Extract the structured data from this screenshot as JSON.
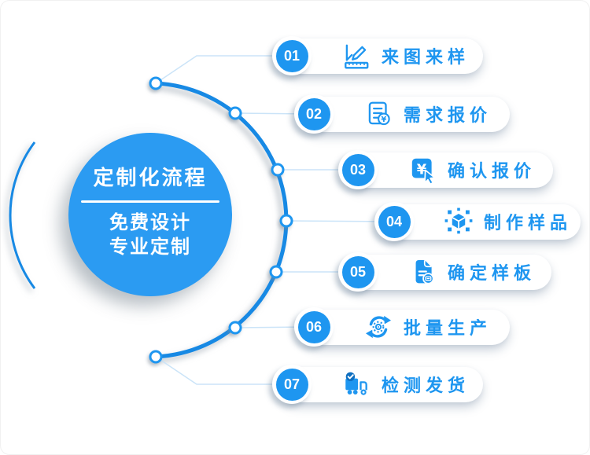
{
  "title_circle": {
    "title": "定制化流程",
    "line1": "免费设计",
    "line2": "专业定制"
  },
  "steps": [
    {
      "number": "01",
      "label": "来图来样",
      "icon": "drawing-board-pencil-icon"
    },
    {
      "number": "02",
      "label": "需求报价",
      "icon": "document-yuan-coin-icon"
    },
    {
      "number": "03",
      "label": "确认报价",
      "icon": "yuan-click-cursor-icon"
    },
    {
      "number": "04",
      "label": "制作样品",
      "icon": "cube-3d-network-icon"
    },
    {
      "number": "05",
      "label": "确定样板",
      "icon": "document-stamp-icon"
    },
    {
      "number": "06",
      "label": "批量生产",
      "icon": "cycle-arrows-gear-icon"
    },
    {
      "number": "07",
      "label": "检测发货",
      "icon": "delivery-truck-check-icon"
    }
  ],
  "icons": {
    "yuan_glyph": "¥"
  },
  "colors": {
    "primary": "#1E96F0",
    "arc_stroke": "#1789E4",
    "connector": "#CBE4F8",
    "center_circle": "#2B9BF2",
    "truck_badge": "#0F6FC0"
  }
}
